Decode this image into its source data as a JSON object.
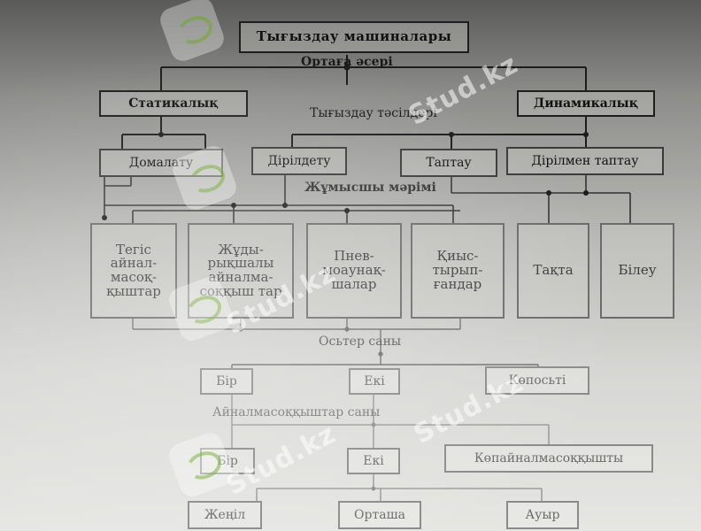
{
  "diagram": {
    "title": "Тығыздау машиналары",
    "section_labels": {
      "medium_effect": "Ортаға әсері",
      "compaction_methods": "Тығыздау тәсілдері",
      "working_organ": "Жұмысшы мәрімі",
      "axle_count": "Осьтер саны",
      "roller_count": "Айналмасоққыштар саны"
    },
    "level1": {
      "static": "Статикалық",
      "dynamic": "Динамикалық"
    },
    "level2": {
      "rolling": "Домалату",
      "vibrating": "Дірілдету",
      "tamping": "Таптау",
      "vibro_tamping": "Дірілмен таптау"
    },
    "level3": [
      {
        "label": "Тегіс айнал-масоқ-қыштар"
      },
      {
        "label": "Жұды-рықшалы айналма-соққыш тар"
      },
      {
        "label": "Пнев-моаунақ-шалар"
      },
      {
        "label": "Қиыс-тырып-ғандар"
      },
      {
        "label": "Тақта"
      },
      {
        "label": "Білеу"
      }
    ],
    "axles": {
      "one": "Бір",
      "two": "Екі",
      "multi": "Көпосьті"
    },
    "rollers": {
      "one": "Бір",
      "two": "Екі",
      "multi": "Көпайналмасоққышты"
    },
    "weight": {
      "light": "Жеңіл",
      "medium": "Орташа",
      "heavy": "Ауыр"
    }
  },
  "watermark": {
    "text": "Stud.kz"
  }
}
